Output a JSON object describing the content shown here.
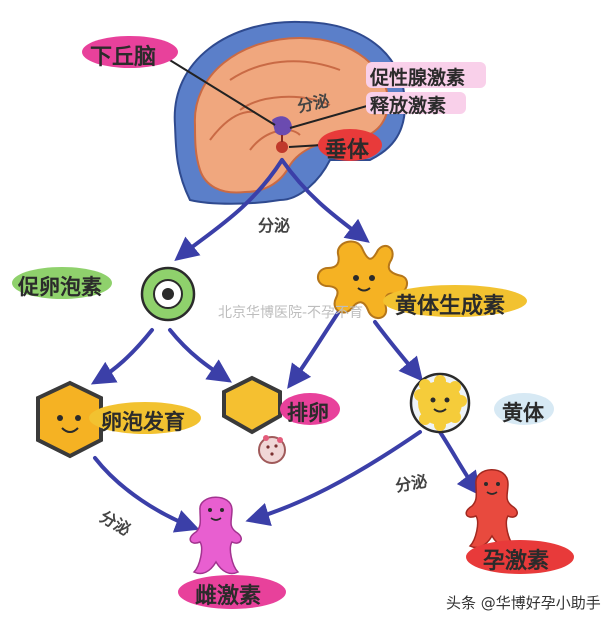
{
  "labels": {
    "hypothalamus": "下丘脑",
    "gnrh_line1": "促性腺激素",
    "gnrh_line2": "释放激素",
    "secrete_top": "分泌",
    "pituitary": "垂体",
    "secrete_mid": "分泌",
    "fsh": "促卵泡素",
    "lh": "黄体生成素",
    "follicle_dev": "卵泡发育",
    "ovulation": "排卵",
    "corpus_luteum": "黄体",
    "secrete_left": "分泌",
    "secrete_right": "分泌",
    "estrogen": "雌激素",
    "progesterone": "孕激素"
  },
  "watermarks": {
    "center": "北京华博医院-不孕不育",
    "footer": "头条 @华博好孕小助手"
  },
  "colors": {
    "arrow": "#3b3fa8",
    "brain": "#f0a77e",
    "skull": "#5b7fc9",
    "pink_tag": "#e8419b",
    "yellow_tag": "#f2c230",
    "orange_shape": "#f5b223",
    "green_tag": "#8fd16c",
    "red_tag": "#e83a3a"
  }
}
